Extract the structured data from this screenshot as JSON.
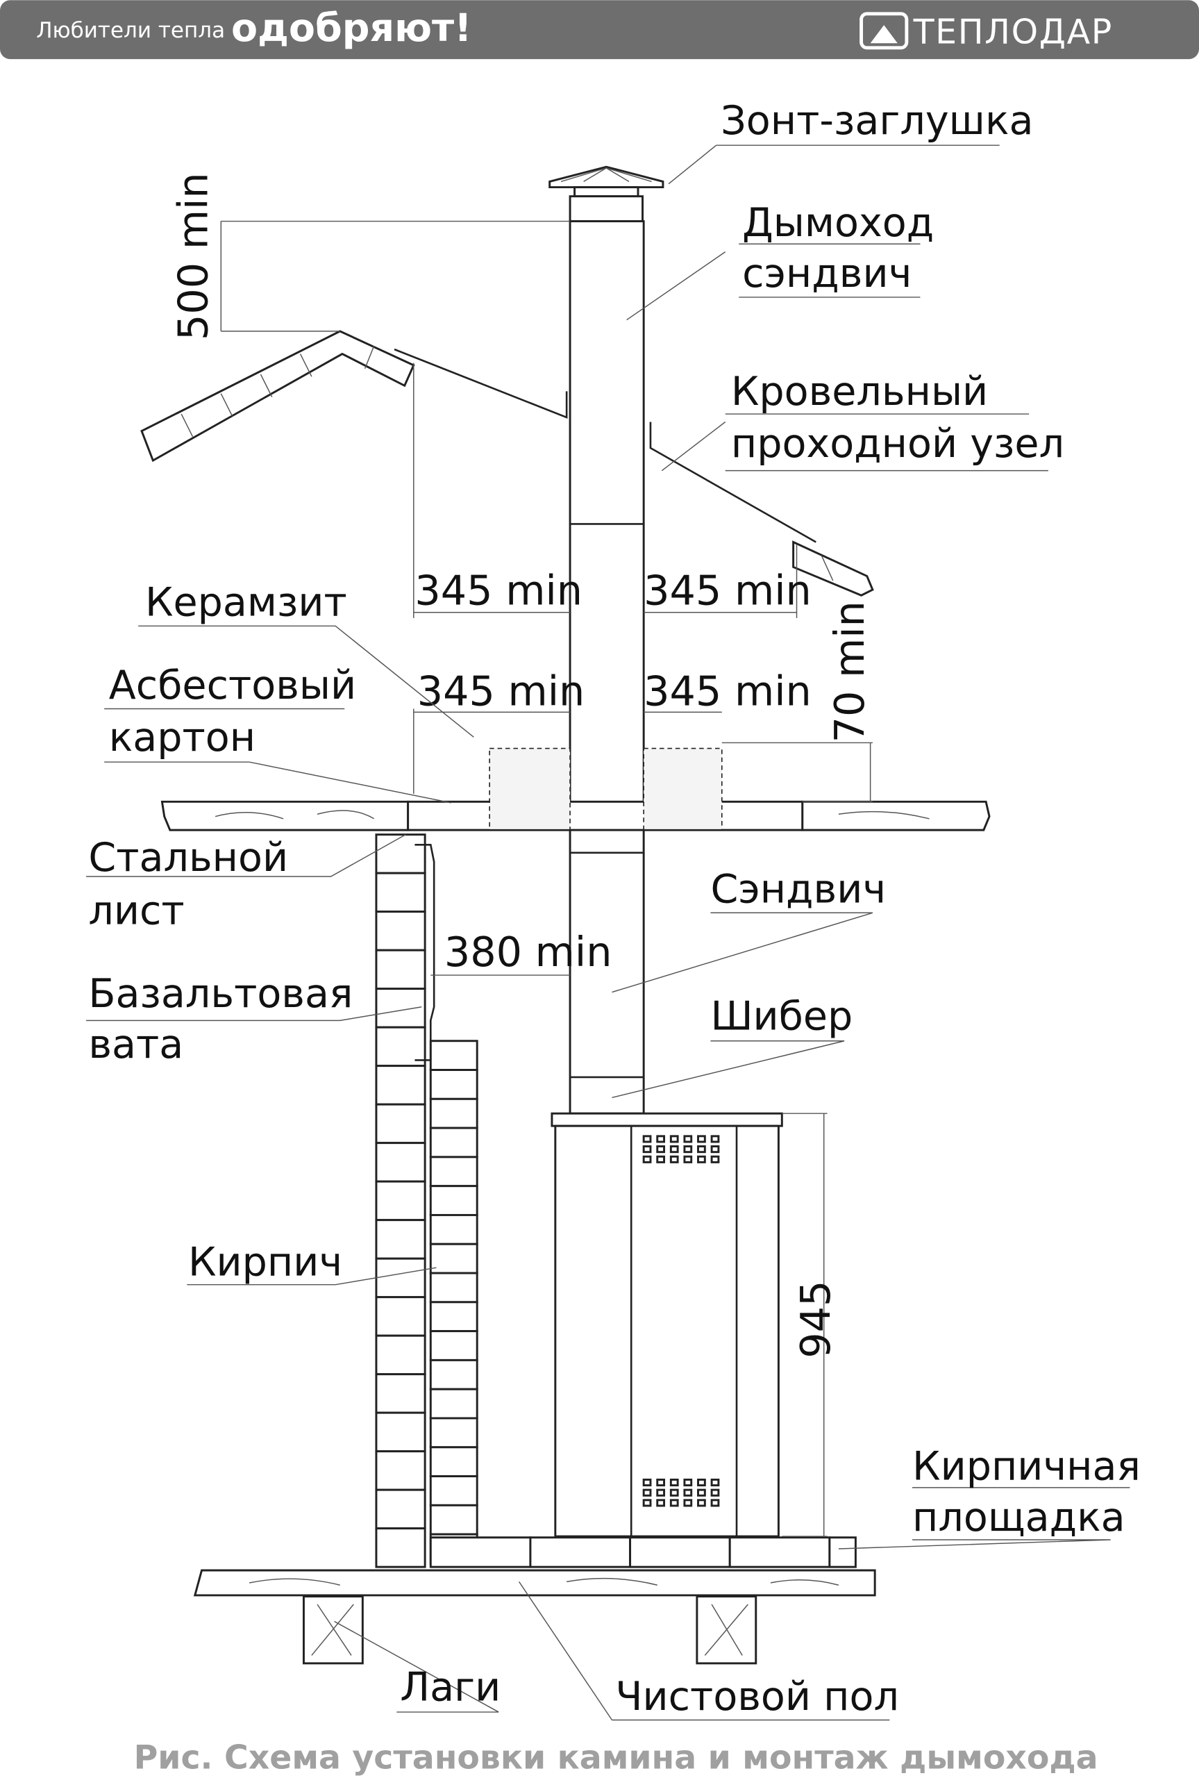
{
  "header": {
    "slogan_small": "Любители тепла",
    "slogan_big": "одобряют!",
    "brand": "ТЕПЛОДАР",
    "bar_color": "#6e6e6e"
  },
  "labels": {
    "cap": "Зонт-заглушка",
    "chimney_1": "Дымоход",
    "chimney_2": "сэндвич",
    "roof_node_1": "Кровельный",
    "roof_node_2": "проходной узел",
    "keramzit": "Керамзит",
    "asbestos_1": "Асбестовый",
    "asbestos_2": "картон",
    "steel_1": "Стальной",
    "steel_2": "лист",
    "sandwich": "Сэндвич",
    "basalt_1": "Базальтовая",
    "basalt_2": "вата",
    "damper": "Шибер",
    "brick": "Кирпич",
    "platform_1": "Кирпичная",
    "platform_2": "площадка",
    "joists": "Лаги",
    "floor": "Чистовой пол"
  },
  "dimensions": {
    "above_roof": "500 min",
    "roof_left": "345 min",
    "roof_right": "345 min",
    "ceiling_left": "345 min",
    "ceiling_right": "345 min",
    "keramzit_height": "70 min",
    "wall_gap": "380 min",
    "stove_height": "945"
  },
  "caption": "Рис. Схема установки камина и монтаж дымохода"
}
